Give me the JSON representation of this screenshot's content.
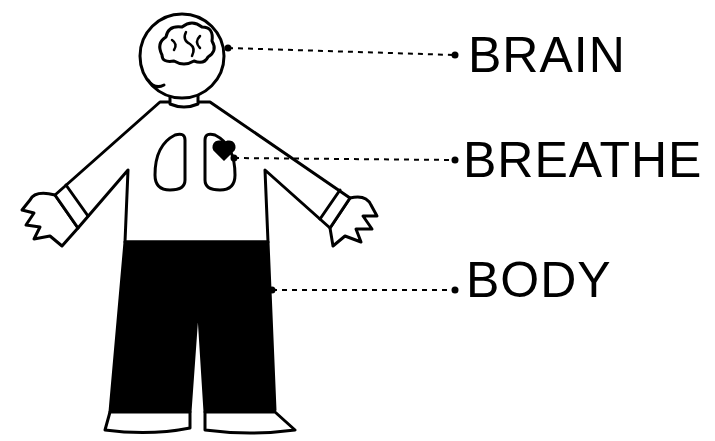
{
  "diagram": {
    "labels": [
      "BRAIN",
      "BREATHE",
      "BODY"
    ]
  }
}
